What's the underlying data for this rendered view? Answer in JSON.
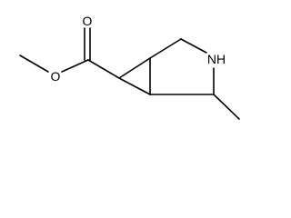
{
  "molecule": {
    "atoms": {
      "carbonyl_oxygen": "O",
      "ester_oxygen": "O",
      "ring_nitrogen": "NH"
    }
  }
}
